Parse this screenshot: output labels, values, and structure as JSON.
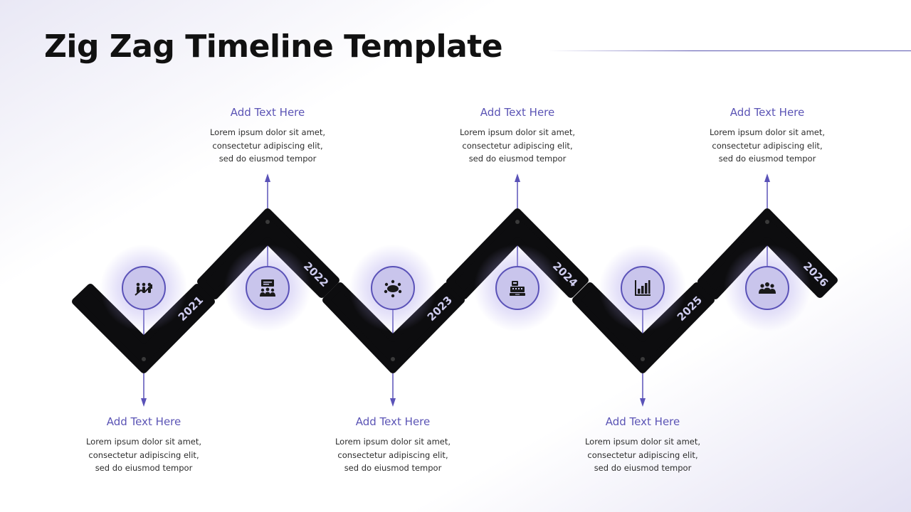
{
  "title": "Zig Zag Timeline Template",
  "colors": {
    "accent": "#5a52b8",
    "track": "#0d0d0f",
    "circle_fill": "#c9c5ec",
    "heading": "#5b54b5",
    "year_text": "#cfcdf0"
  },
  "milestones": [
    {
      "year": "2021",
      "icon": "growth-team-icon",
      "heading": "Add Text Here",
      "text": [
        "Lorem ipsum dolor sit amet,",
        "consectetur adipiscing elit,",
        "sed do eiusmod tempor"
      ]
    },
    {
      "year": "2022",
      "icon": "presentation-meeting-icon",
      "heading": "Add Text Here",
      "text": [
        "Lorem ipsum dolor sit amet,",
        "consectetur adipiscing elit,",
        "sed do eiusmod tempor"
      ]
    },
    {
      "year": "2023",
      "icon": "conference-table-icon",
      "heading": "Add Text Here",
      "text": [
        "Lorem ipsum dolor sit amet,",
        "consectetur adipiscing elit,",
        "sed do eiusmod tempor"
      ]
    },
    {
      "year": "2024",
      "icon": "cash-register-icon",
      "heading": "Add Text Here",
      "text": [
        "Lorem ipsum dolor sit amet,",
        "consectetur adipiscing elit,",
        "sed do eiusmod tempor"
      ]
    },
    {
      "year": "2025",
      "icon": "bar-chart-icon",
      "heading": "Add Text Here",
      "text": [
        "Lorem ipsum dolor sit amet,",
        "consectetur adipiscing elit,",
        "sed do eiusmod tempor"
      ]
    },
    {
      "year": "2026",
      "icon": "group-icon",
      "heading": "Add Text Here",
      "text": [
        "Lorem ipsum dolor sit amet,",
        "consectetur adipiscing elit,",
        "sed do eiusmod tempor"
      ]
    }
  ]
}
